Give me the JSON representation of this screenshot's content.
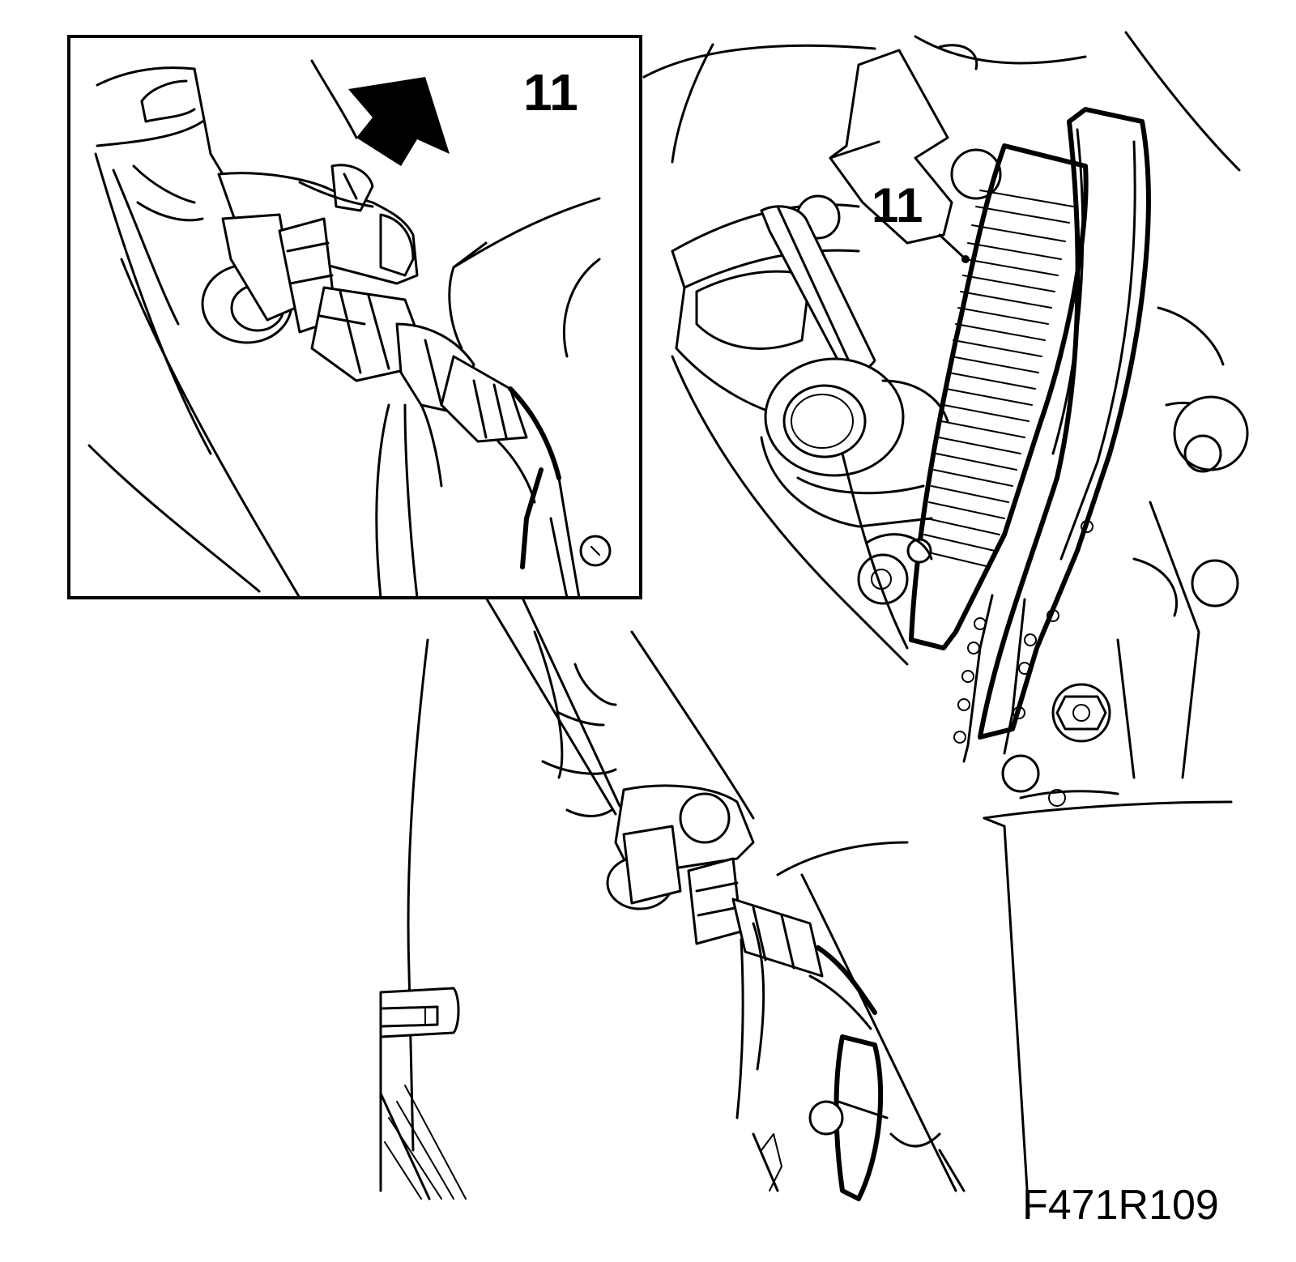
{
  "diagram": {
    "inset": {
      "callout_number": "11",
      "arrow": "direction-arrow-icon"
    },
    "main_view": {
      "callout_number": "11"
    },
    "figure_code": "F471R109",
    "stroke_color": "#000000",
    "background_color": "#ffffff"
  }
}
